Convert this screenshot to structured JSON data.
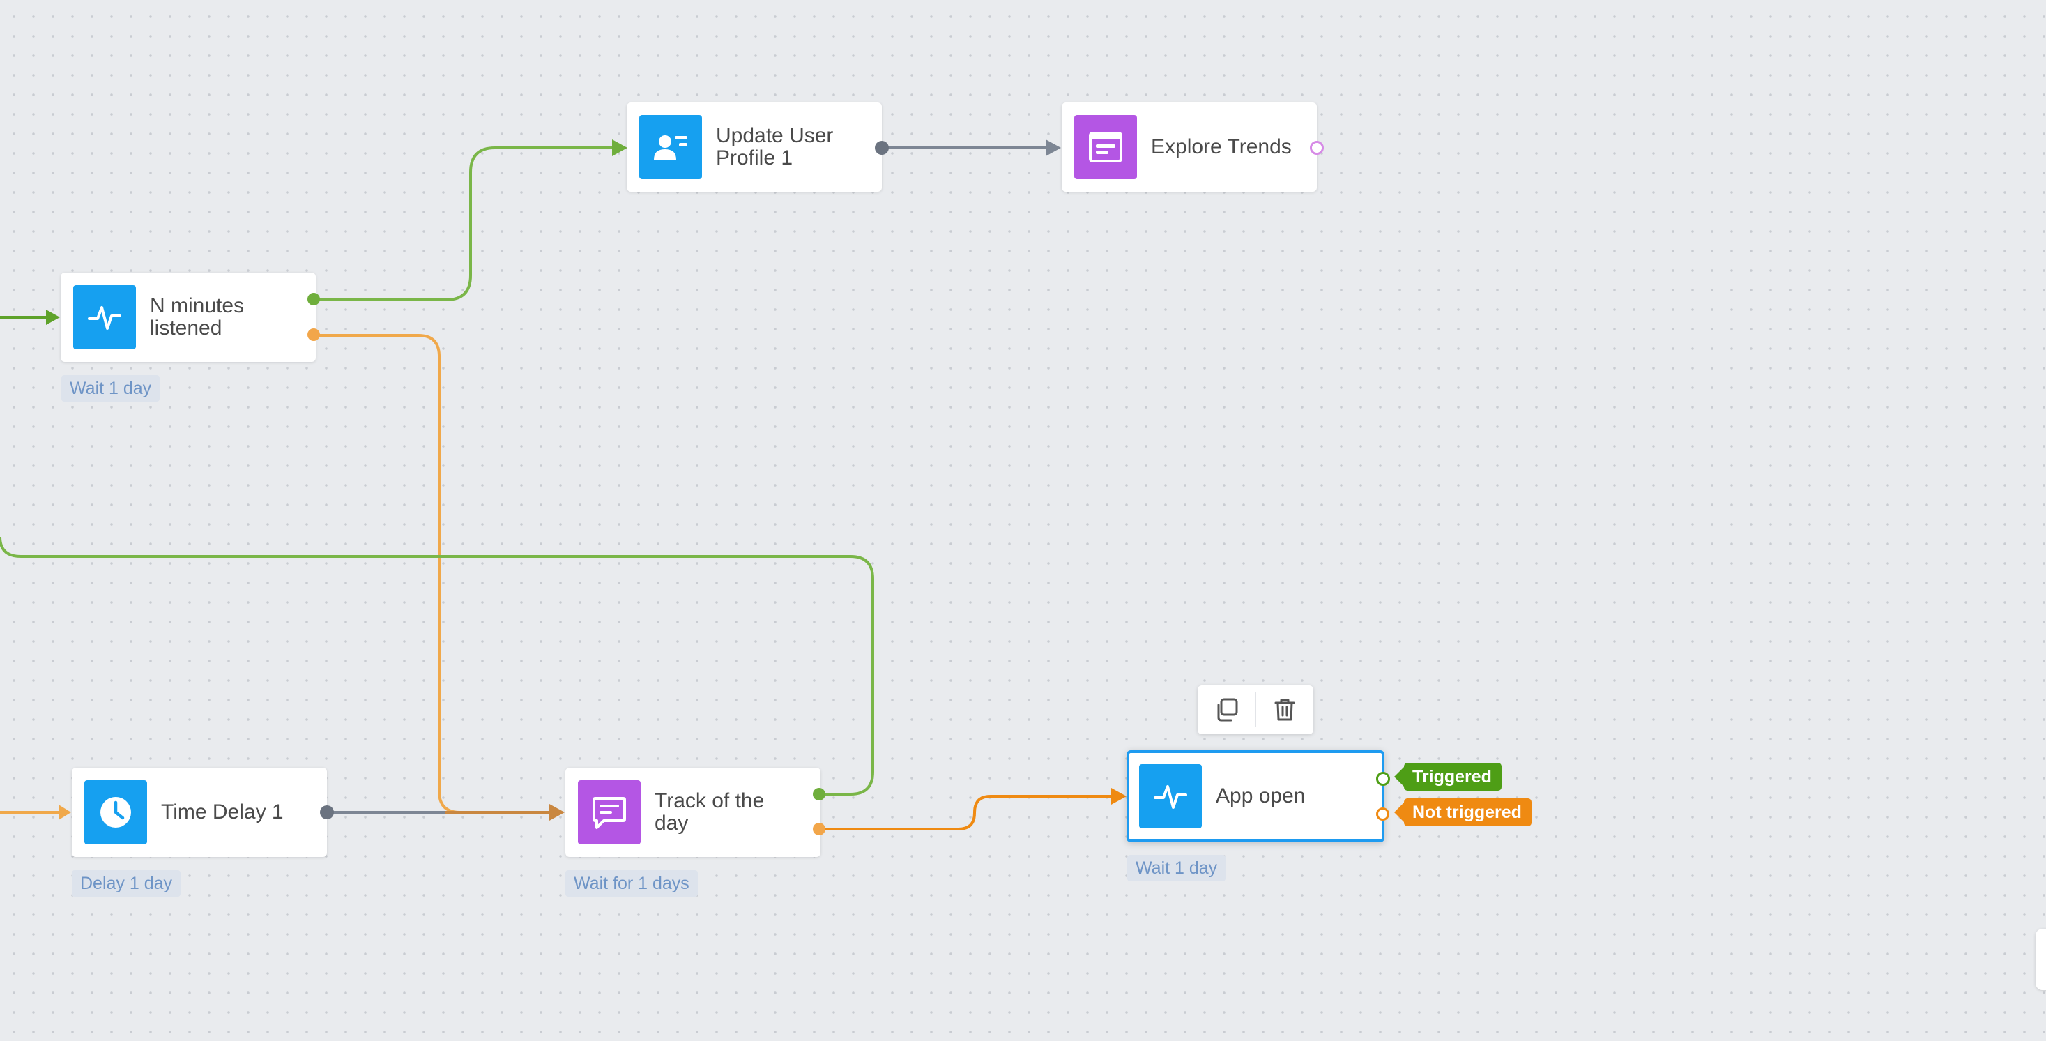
{
  "nodes": {
    "n_minutes": {
      "title": "N minutes\nlistened",
      "tag": "Wait 1 day",
      "icon": "activity-pulse-icon"
    },
    "update_profile": {
      "title": "Update User\nProfile 1",
      "icon": "user-profile-card-icon"
    },
    "explore_trends": {
      "title": "Explore Trends",
      "icon": "content-card-icon"
    },
    "time_delay": {
      "title": "Time Delay 1",
      "tag": "Delay 1 day",
      "icon": "clock-icon"
    },
    "track_of_day": {
      "title": "Track of the\nday",
      "tag": "Wait for 1 days",
      "icon": "chat-message-icon"
    },
    "app_open": {
      "title": "App open",
      "tag": "Wait 1 day",
      "icon": "activity-pulse-icon",
      "selected": true
    }
  },
  "toolbar": {
    "duplicate_icon": "duplicate-icon",
    "delete_icon": "trash-icon"
  },
  "outputs": {
    "triggered": "Triggered",
    "not_triggered": "Not triggered"
  },
  "colors": {
    "canvas": "#e9ebee",
    "yes_edge": "#7ab648",
    "no_edge": "#f0a84a",
    "default_edge": "#7d8694",
    "selection": "#1e9bf0",
    "node_icon_blue": "#16a0f0",
    "node_icon_purple": "#b456e4",
    "triggered_badge": "#4e9e16",
    "not_triggered_badge": "#ef8a12"
  }
}
